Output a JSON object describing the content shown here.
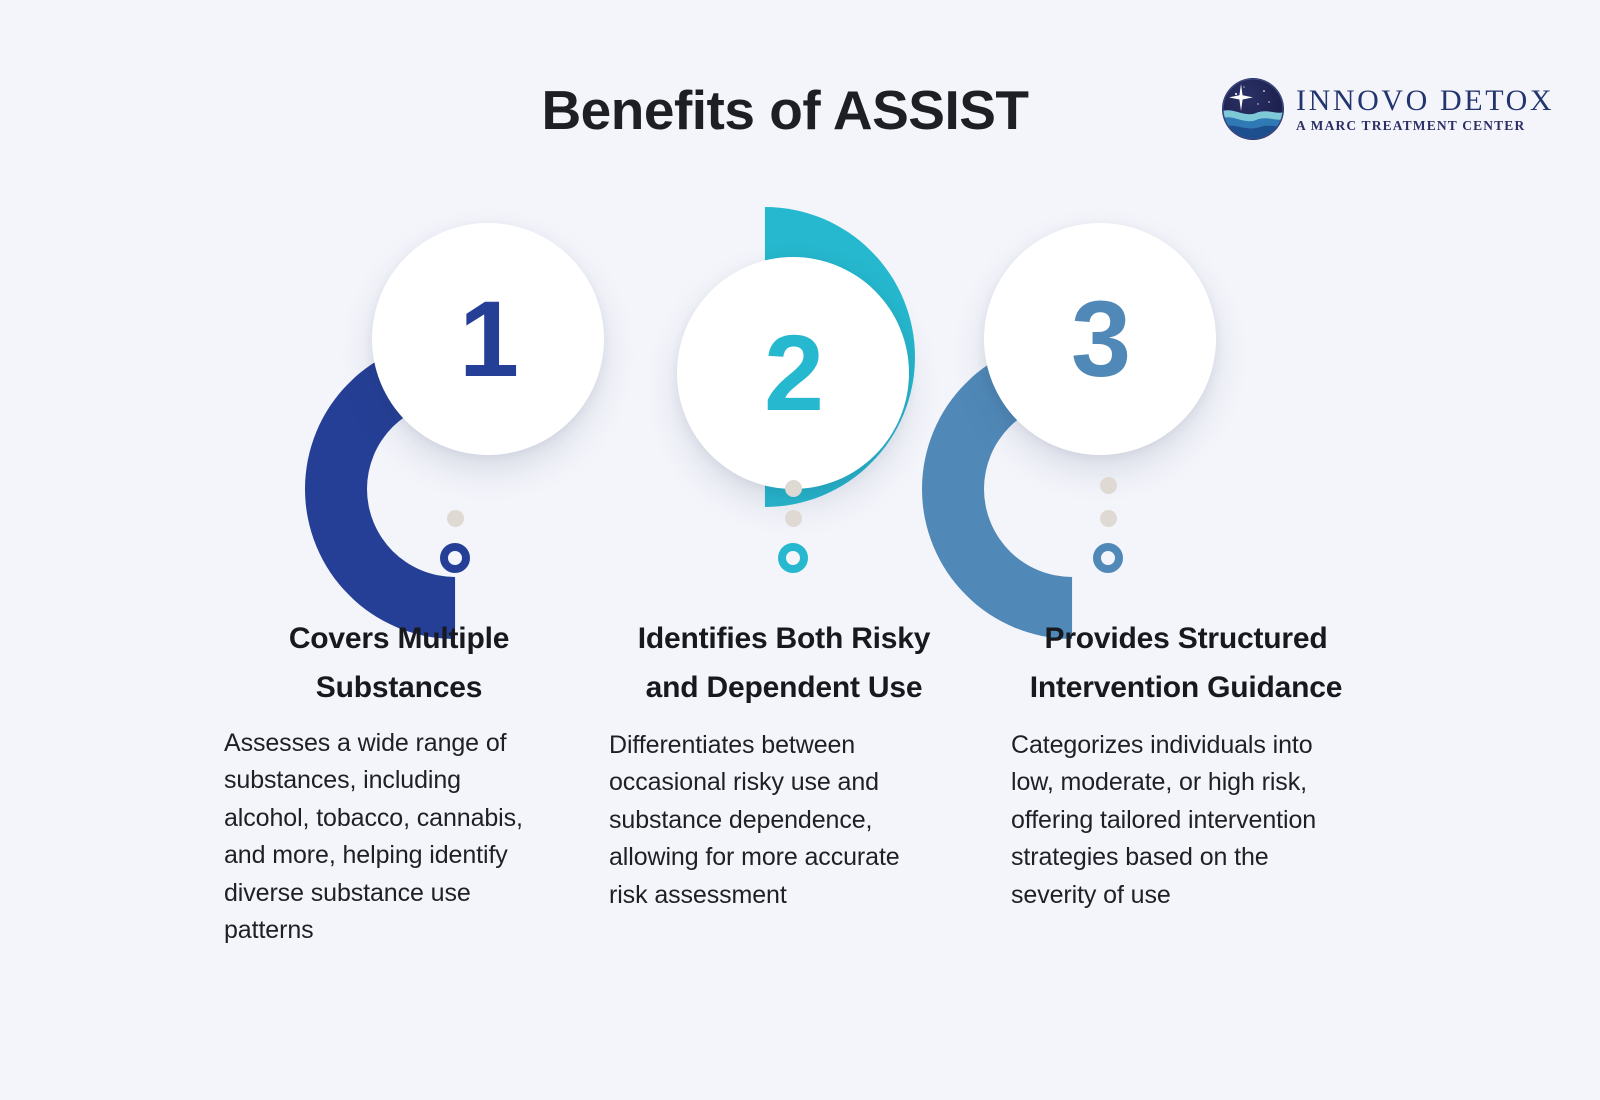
{
  "page": {
    "title": "Benefits of ASSIST",
    "background_color": "#f4f5fb"
  },
  "logo": {
    "emblem_icon": "innovo-globe-star-wave-icon",
    "name": "INNOVO DETOX",
    "tagline": "A MARC TREATMENT CENTER",
    "name_color": "#23356e",
    "emblem_sky_color": "#1b1f4d",
    "emblem_wave_colors": [
      "#7ec9d8",
      "#2f79b5",
      "#1d4f8f"
    ]
  },
  "steps": [
    {
      "number": "1",
      "color": "#253f96",
      "arc_position": "bottom",
      "marker_icon": "ring-marker-icon",
      "heading": "Covers Multiple Substances",
      "body": "Assesses a wide range of substances, including alcohol, tobacco, cannabis, and more, helping identify diverse substance use patterns"
    },
    {
      "number": "2",
      "color": "#26b8ce",
      "arc_position": "top",
      "marker_icon": "ring-marker-icon",
      "heading": "Identifies Both Risky and Dependent Use",
      "body": "Differentiates between occasional risky use and substance dependence, allowing for more accurate risk assessment"
    },
    {
      "number": "3",
      "color": "#5089b8",
      "arc_position": "bottom",
      "marker_icon": "ring-marker-icon",
      "heading": "Provides Structured Intervention Guidance",
      "body": "Categorizes individuals into low, moderate, or high risk, offering tailored intervention strategies based on the severity of use"
    }
  ],
  "decor": {
    "dot_color": "#ded9d2"
  }
}
